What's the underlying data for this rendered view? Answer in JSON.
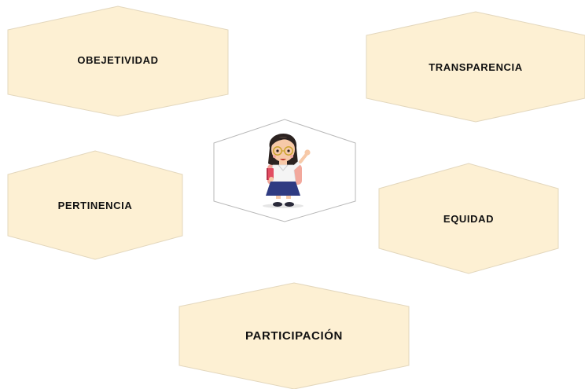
{
  "colors": {
    "hex_fill": "#fdf0d3",
    "hex_stroke": "#e3d7bd",
    "center_fill": "#ffffff",
    "center_stroke": "#b9b9b9"
  },
  "hexagons": [
    {
      "label": "OBEJETIVIDAD"
    },
    {
      "label": "TRANSPARENCIA"
    },
    {
      "label": "PERTINENCIA"
    },
    {
      "label": "EQUIDAD"
    },
    {
      "label": "PARTICIPACIÓN"
    }
  ],
  "center": {
    "icon": "girl-student-waving-icon"
  }
}
